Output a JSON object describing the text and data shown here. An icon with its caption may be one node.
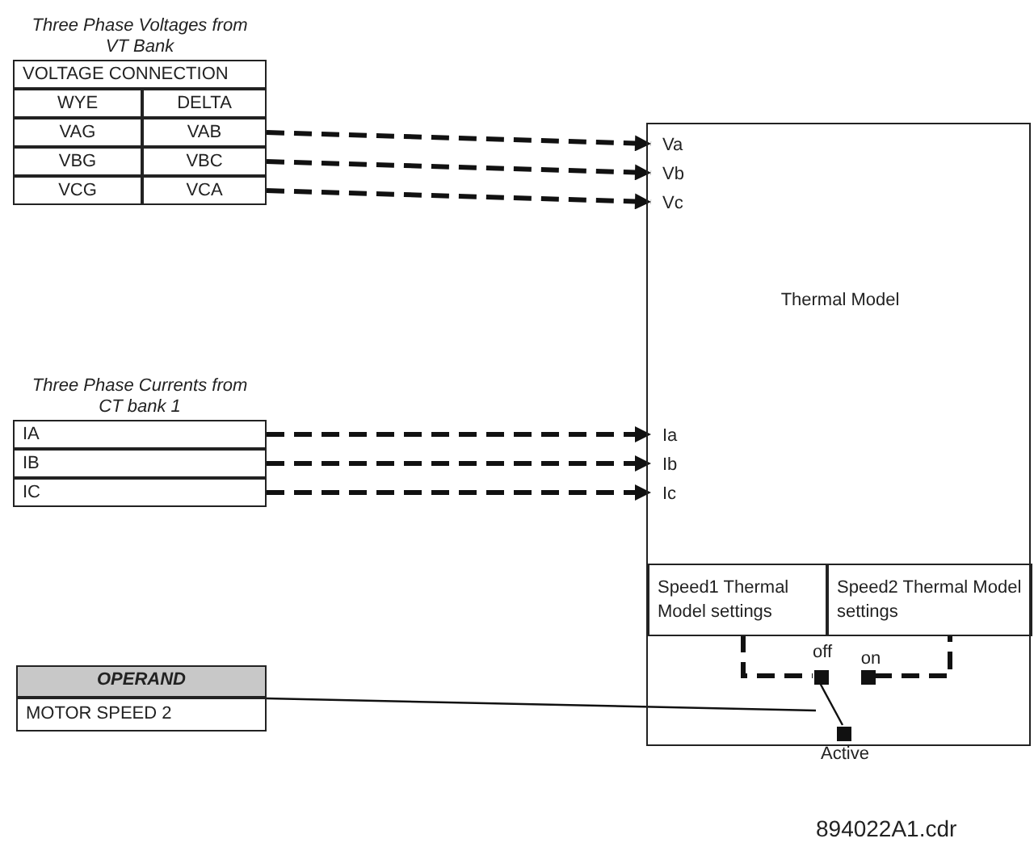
{
  "diagram": {
    "nodes": [
      {
        "text": [
          "Three Phase Voltages from VT Bank"
        ]
      },
      {
        "text": [
          "VOLTAGE CONNECTION"
        ],
        "in": 0
      },
      {
        "text": [
          "WYE"
        ],
        "in": 0
      },
      {
        "text": [
          "DELTA"
        ],
        "in": 0
      },
      {
        "text": [
          "VAG"
        ],
        "in": 0
      },
      {
        "text": [
          "VAB"
        ],
        "in": 0
      },
      {
        "text": [
          "VBG"
        ],
        "in": 0
      },
      {
        "text": [
          "VBC"
        ],
        "in": 0
      },
      {
        "text": [
          "VCG"
        ],
        "in": 0
      },
      {
        "text": [
          "VCA"
        ],
        "in": 0
      },
      {
        "text": [
          "Three Phase Currents from CT bank 1"
        ]
      },
      {
        "text": [
          "IA"
        ],
        "in": 10
      },
      {
        "text": [
          "IB"
        ],
        "in": 10
      },
      {
        "text": [
          "IC"
        ],
        "in": 10
      },
      {
        "text": [
          "Thermal Model"
        ]
      },
      {
        "text": [
          "Va"
        ],
        "in": 14
      },
      {
        "text": [
          "Vb"
        ],
        "in": 14
      },
      {
        "text": [
          "Vc"
        ],
        "in": 14
      },
      {
        "text": [
          "Ia"
        ],
        "in": 14
      },
      {
        "text": [
          "Ib"
        ],
        "in": 14
      },
      {
        "text": [
          "Ic"
        ],
        "in": 14
      },
      {
        "text": [
          "Speed1 Thermal Model settings"
        ],
        "in": 14
      },
      {
        "text": [
          "Speed2 Thermal Model settings"
        ],
        "in": 14
      },
      {
        "text": [],
        "shape": "box",
        "in": 14,
        "beside": [
          "off"
        ]
      },
      {
        "text": [],
        "shape": "box",
        "in": 14,
        "beside": [
          "on"
        ]
      },
      {
        "text": [],
        "shape": "box",
        "in": 14,
        "beside": [
          "Active"
        ]
      },
      {
        "text": [
          "OPERAND",
          "MOTOR SPEED 2"
        ]
      }
    ],
    "edges": [
      {
        "from": 5,
        "to": 15,
        "arrow": "to",
        "style": "dashed"
      },
      {
        "from": 7,
        "to": 16,
        "arrow": "to",
        "style": "dashed"
      },
      {
        "from": 9,
        "to": 17,
        "arrow": "to",
        "style": "dashed"
      },
      {
        "from": 11,
        "to": 18,
        "arrow": "to",
        "style": "dashed"
      },
      {
        "from": 12,
        "to": 19,
        "arrow": "to",
        "style": "dashed"
      },
      {
        "from": 13,
        "to": 20,
        "arrow": "to",
        "style": "dashed"
      },
      {
        "from": 21,
        "to": 23,
        "arrow": "none",
        "style": "dashed"
      },
      {
        "from": 24,
        "to": 22,
        "arrow": "none",
        "style": "dashed"
      },
      {
        "from": 25,
        "to": 23,
        "arrow": "none"
      },
      {
        "from": 26,
        "to": null,
        "arrow": "none"
      }
    ],
    "labels": [
      "894022A1.cdr"
    ]
  }
}
